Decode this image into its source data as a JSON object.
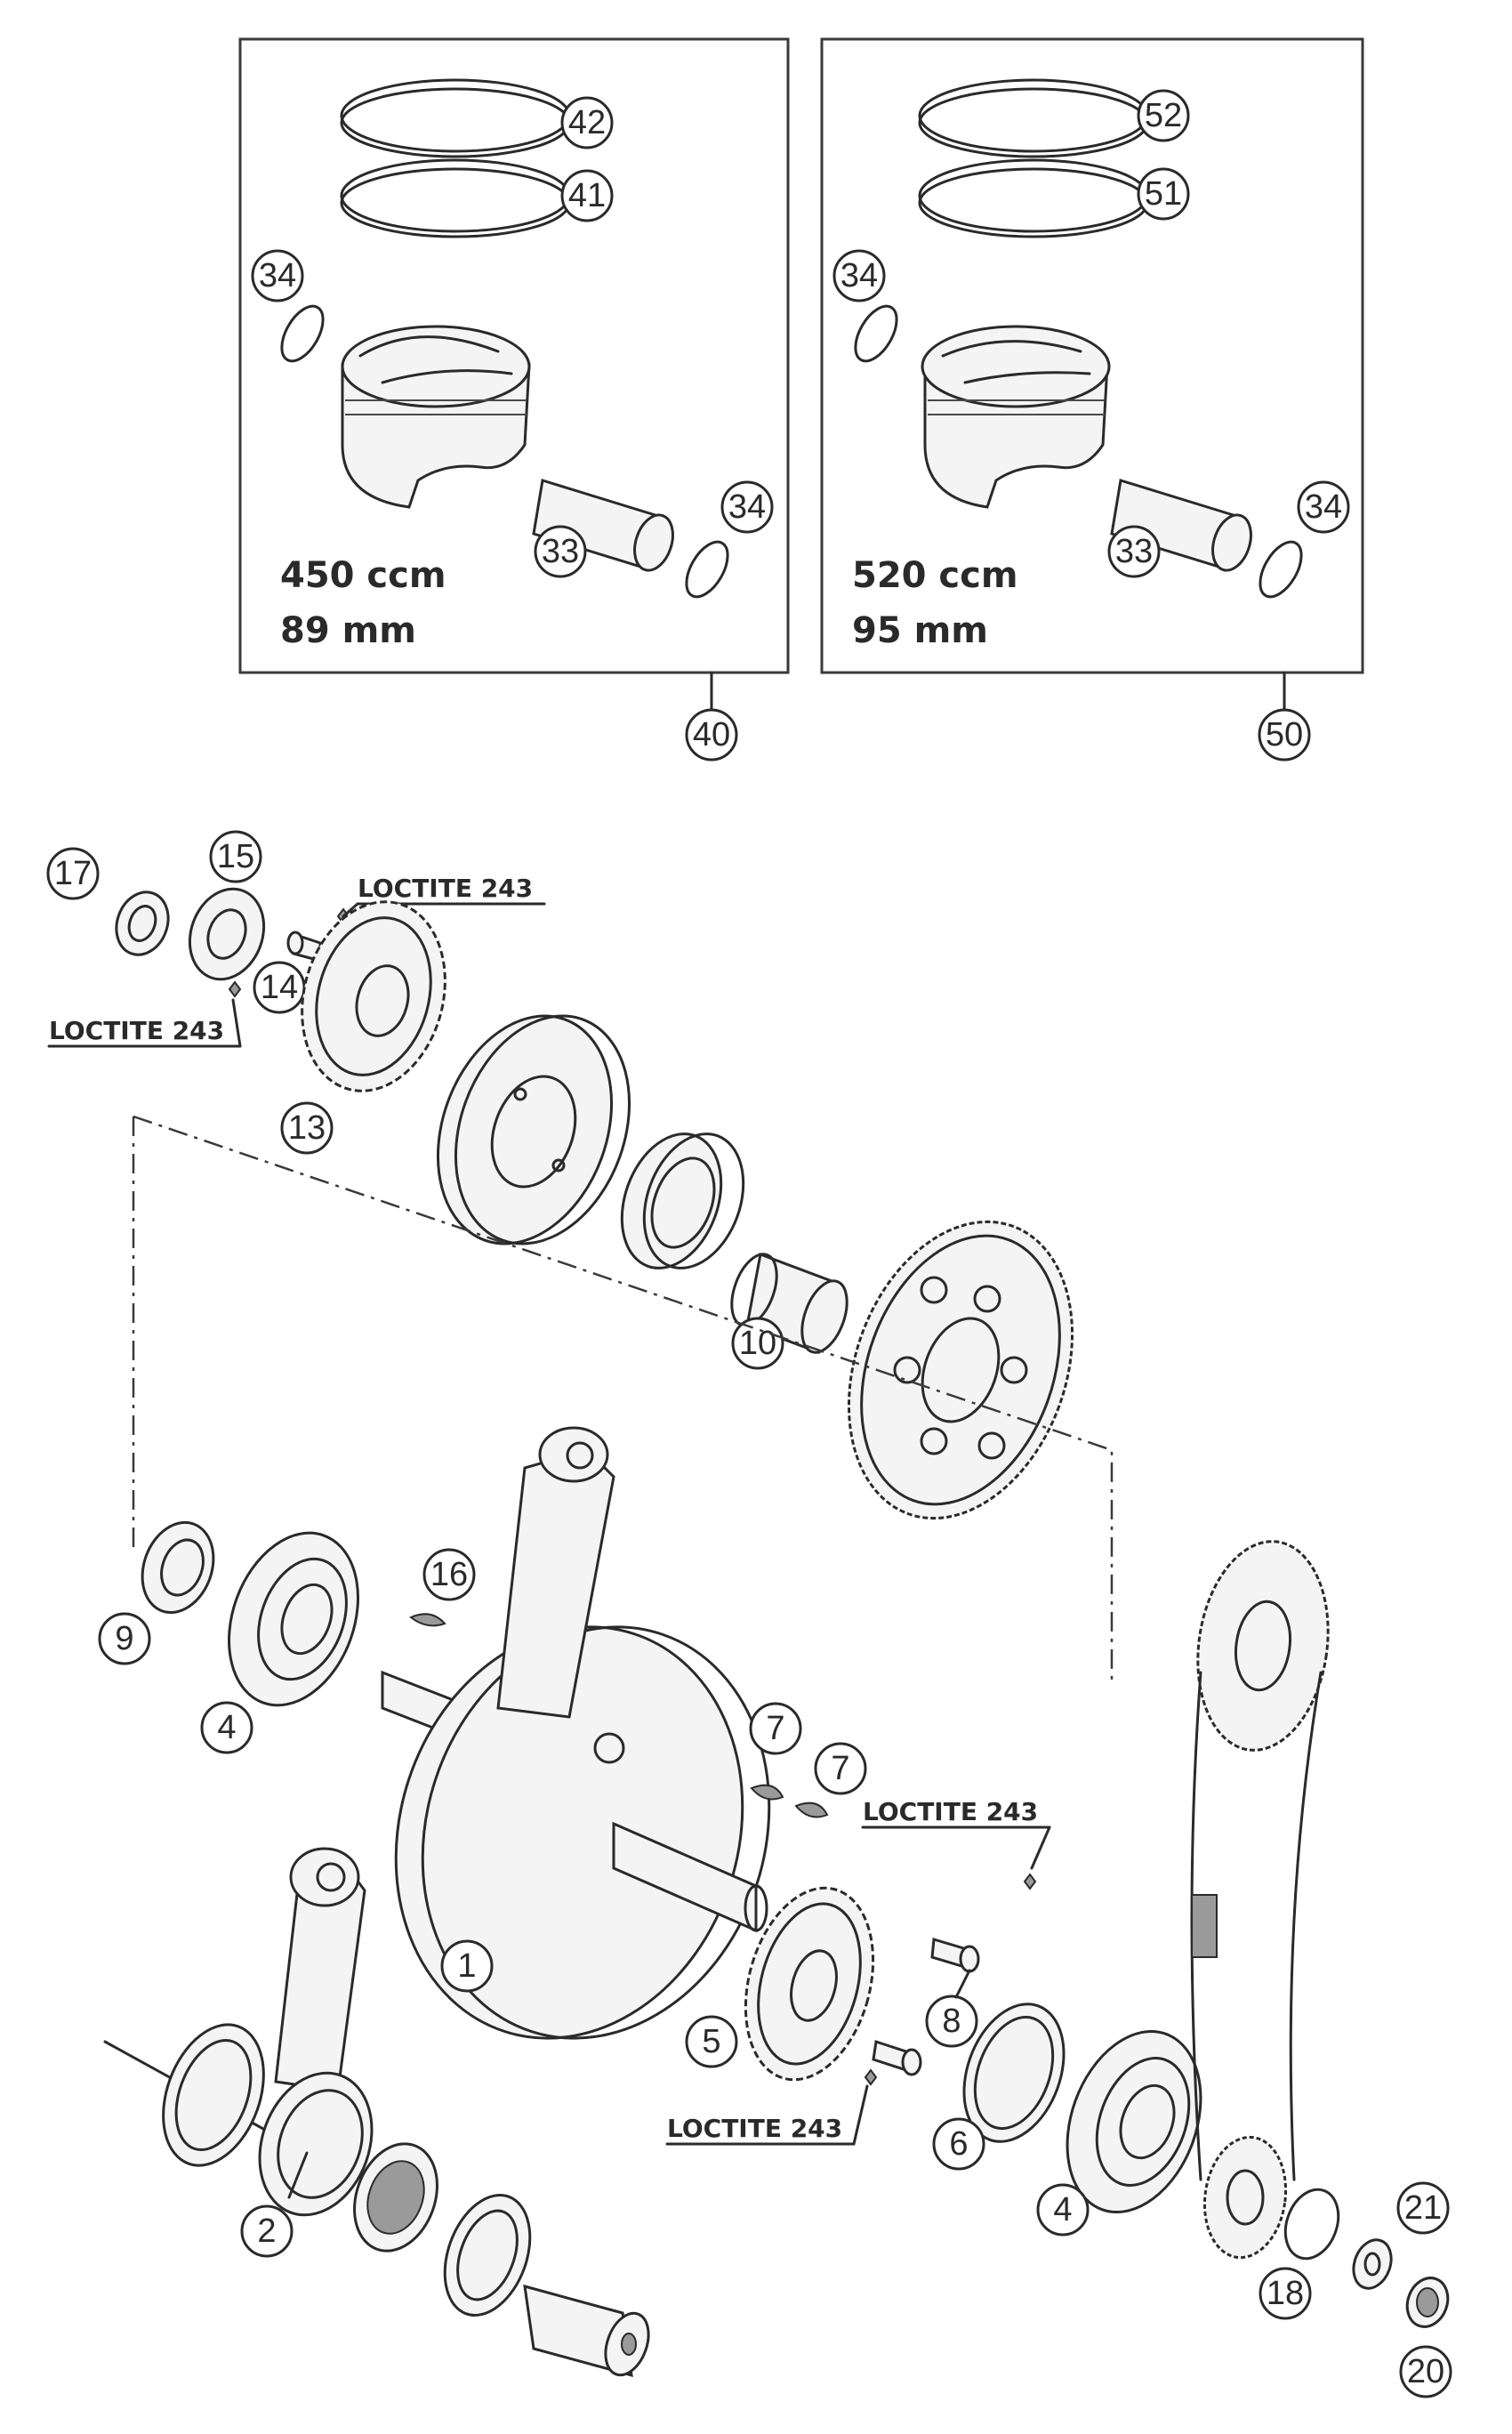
{
  "kit_left": {
    "callout": "40",
    "displacement": "450 ccm",
    "bore": "89 mm",
    "parts": {
      "ring_top": "42",
      "ring_bottom": "41",
      "clip_left": "34",
      "pin": "33",
      "clip_right": "34"
    }
  },
  "kit_right": {
    "callout": "50",
    "displacement": "520 ccm",
    "bore": "95 mm",
    "parts": {
      "ring_top": "52",
      "ring_bottom": "51",
      "clip_left": "34",
      "pin": "33",
      "clip_right": "34"
    }
  },
  "labels": {
    "crankshaft": "1",
    "conrod_kit": "2",
    "main_bearing_left": "4",
    "main_bearing_right": "4",
    "drive_gear": "5",
    "shim": "6",
    "key_a": "7",
    "key_b": "7",
    "screw": "8",
    "seal_ring": "9",
    "needle_bearing": "10",
    "starter_gear": "13",
    "screw_starter": "14",
    "washer": "15",
    "woodruff_key": "16",
    "shaft_seal": "17",
    "circlip": "18",
    "nut": "20",
    "washer_b": "21"
  },
  "loctite": {
    "top_right": "LOCTITE 243",
    "top_left": "LOCTITE 243",
    "mid_right": "LOCTITE 243",
    "bottom": "LOCTITE 243"
  }
}
